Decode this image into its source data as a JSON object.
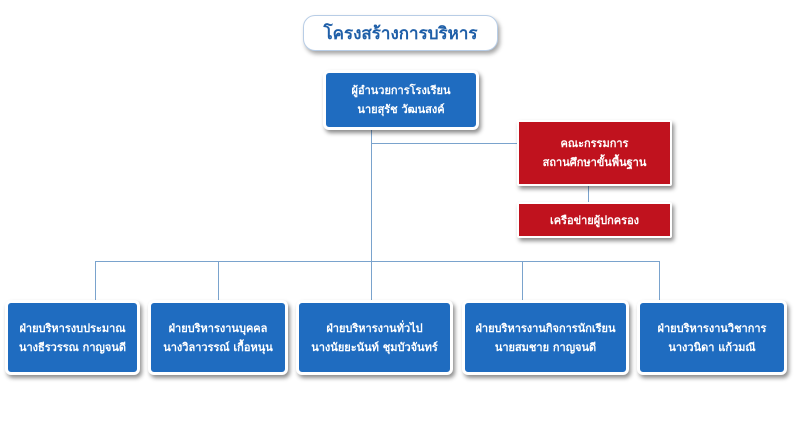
{
  "title": "โครงสร้างการบริหาร",
  "director": {
    "role": "ผู้อำนวยการโรงเรียน",
    "name": "นายสุรัช  วัฒนสงค์"
  },
  "board": {
    "line1": "คณะกรรมการ",
    "line2": "สถานศึกษาขั้นพื้นฐาน"
  },
  "parent_network": "เครือข่ายผู้ปกครอง",
  "departments": [
    {
      "role": "ฝ่ายบริหารงบประมาณ",
      "name": "นางธีรวรรณ  กาญจนดี"
    },
    {
      "role": "ฝ่ายบริหารงานบุคคล",
      "name": "นางวิลาวรรณ์  เกื้อหนุน"
    },
    {
      "role": "ฝ่ายบริหารงานทั่วไป",
      "name": "นางนัยยะนันท์  ชุมบัวจันทร์"
    },
    {
      "role": "ฝ่ายบริหารงานกิจการนักเรียน",
      "name": "นายสมชาย  กาญจนดี"
    },
    {
      "role": "ฝ่ายบริหารงานวิชาการ",
      "name": "นางวนิดา  แก้วมณี"
    }
  ],
  "colors": {
    "title_text": "#1f5fa8",
    "blue_box": "#1f6cc0",
    "red_box": "#c0121e",
    "connector": "#7aa3cd"
  }
}
